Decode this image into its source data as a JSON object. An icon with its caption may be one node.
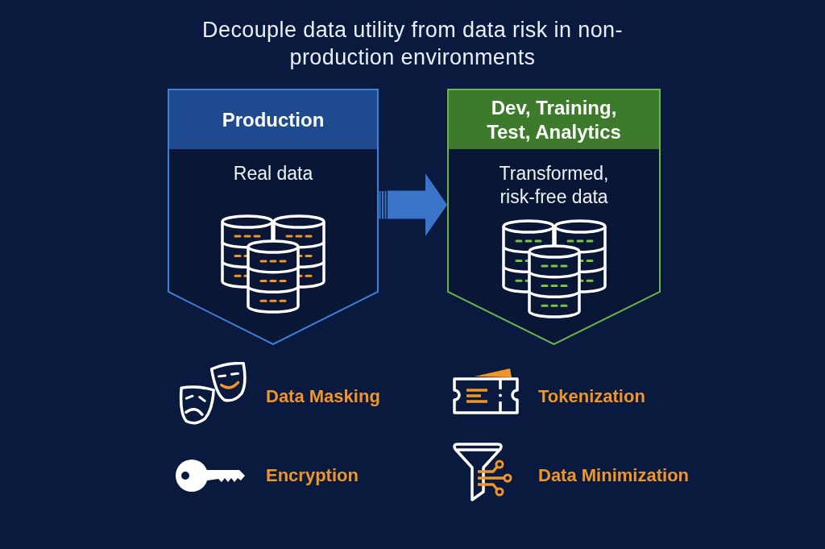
{
  "diagram": {
    "title": "Decouple data utility from data risk in non-production environments",
    "nodes": [
      {
        "text": [
          "Production",
          "Real data"
        ]
      },
      {
        "text": [
          "Dev, Training, Test, Analytics",
          "Transformed, risk-free data"
        ]
      }
    ],
    "edges": [
      {
        "from": 0,
        "to": 1,
        "arrow": "to"
      }
    ],
    "labels": [
      "Data Masking",
      "Tokenization",
      "Encryption",
      "Data Minimization"
    ]
  }
}
